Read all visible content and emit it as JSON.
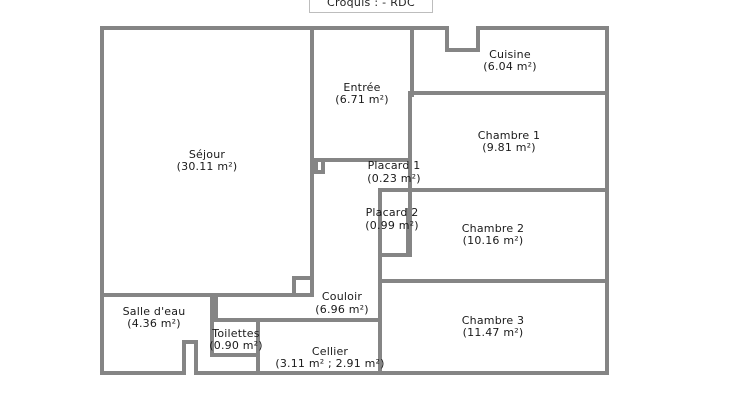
{
  "plan": {
    "title": "Croquis :  - RDC",
    "rooms": [
      {
        "id": "sejour",
        "name": "Séjour",
        "area": "(30.11 m²)"
      },
      {
        "id": "entree",
        "name": "Entrée",
        "area": "(6.71 m²)"
      },
      {
        "id": "cuisine",
        "name": "Cuisine",
        "area": "(6.04 m²)"
      },
      {
        "id": "chambre1",
        "name": "Chambre 1",
        "area": "(9.81 m²)"
      },
      {
        "id": "placard1",
        "name": "Placard 1",
        "area": "(0.23 m²)"
      },
      {
        "id": "placard2",
        "name": "Placard 2",
        "area": "(0.99 m²)"
      },
      {
        "id": "chambre2",
        "name": "Chambre 2",
        "area": "(10.16 m²)"
      },
      {
        "id": "couloir",
        "name": "Couloir",
        "area": "(6.96 m²)"
      },
      {
        "id": "chambre3",
        "name": "Chambre 3",
        "area": "(11.47 m²)"
      },
      {
        "id": "salle-deau",
        "name": "Salle d'eau",
        "area": "(4.36 m²)"
      },
      {
        "id": "toilettes",
        "name": "Toilettes",
        "area": "(0.90 m²)"
      },
      {
        "id": "cellier",
        "name": "Cellier",
        "area": "(3.11 m² ; 2.91 m²)"
      }
    ]
  }
}
